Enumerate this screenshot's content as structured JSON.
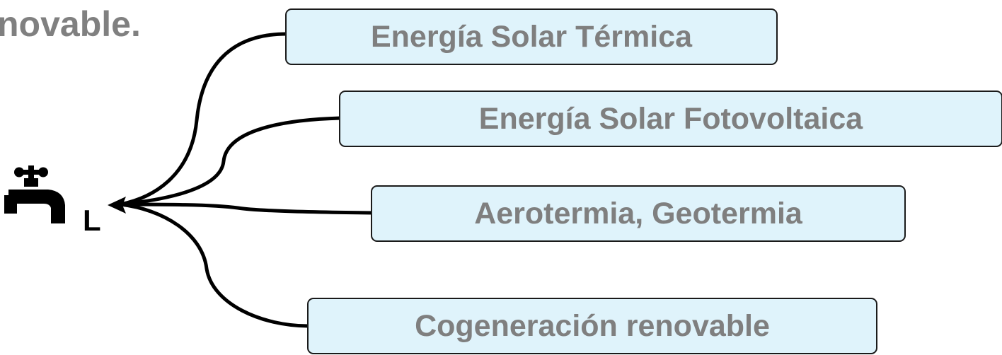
{
  "header": {
    "title_fragment": "novable."
  },
  "source": {
    "icon": "faucet-icon",
    "label": "L"
  },
  "targets": [
    {
      "label": "Energía Solar Térmica"
    },
    {
      "label": "Energía Solar Fotovoltaica"
    },
    {
      "label": "Aerotermia, Geotermia"
    },
    {
      "label": "Cogeneración renovable"
    }
  ],
  "colors": {
    "box_fill": "#dff3fb",
    "box_border": "#1a1a1a",
    "box_text": "#7f7f7f",
    "title_text": "#808080",
    "connector": "#000000"
  }
}
